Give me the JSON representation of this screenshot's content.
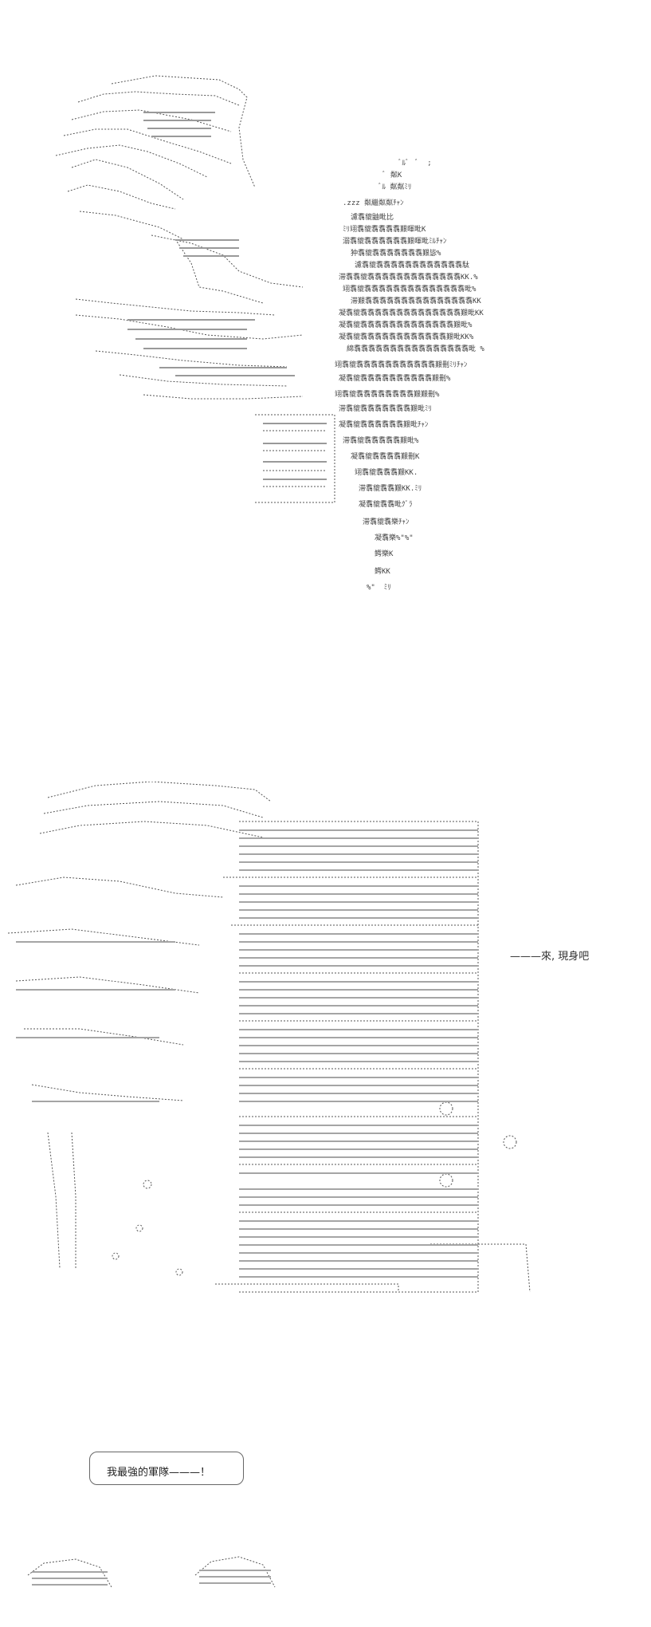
{
  "panels": {
    "dragon": {
      "description_hidden": true
    },
    "army": {
      "dialog": "———來, 現身吧"
    },
    "ending": {
      "shout": "我最強的軍隊———！"
    }
  },
  "ascii_glyphs": {
    "flame_rows": [
      "ﾞﾙﾞ  ﾞ  ;",
      "ﾞ 粼K",
      "ﾞﾙ 粼粼ﾐﾘ",
      ".zzz 粼繼粼粼ﾁｬﾝ",
      "濾翥貔鼬毗比",
      "ﾐﾘ翊翥貔翥翥翥翥艱暉毗K",
      "溺翥貔翥翥翥翥翥翥艱暉毗ﾐﾙﾁｬﾝ",
      "狆翥貔翥翥翥翥翥翥翥艱毖%",
      "濾翥貔翥翥翥翥翥翥翥翥翥翥翥翥駄",
      "滞翥翥貔翥翥翥翥翥翥翥翥翥翥翥翥翥KK.%",
      "翊翥貔翥翥翥翥翥翥翥翥翥翥翥翥翥翥毗%",
      "滞艱翥翥翥翥翥翥翥翥翥翥翥翥翥翥翥KK",
      "凝翥貔翥翥翥翥翥翥翥翥翥翥翥翥翥翥艱毗KK",
      "凝翥貔翥翥翥翥翥翥翥翥翥翥翥翥翥艱毗%",
      "凝翥貔翥翥翥翥翥翥翥翥翥翥翥翥艱毗KK%",
      "綿翥翥翥翥翥翥翥翥翥翥翥翥翥翥翥翥毗 %",
      "翊翥貔翥翥翥翥翥翥翥翥翥翥翥艱刪ﾐﾘﾁｬﾝ",
      "凝翥貔翥翥翥翥翥翥翥翥翥翥艱刪%",
      "翊翥貔翥翥翥翥翥翥翥翥艱艱刪%",
      "滞翥貔翥翥翥翥翥翥翥艱毗ﾐﾘ",
      "凝翥貔翥翥翥翥翥翥艱毗ﾁｬﾝ",
      "滞翥貔翥翥翥翥翥艱毗%",
      "凝翥貔翥翥翥翥艱刪K",
      "翊翥貔翥翥翥艱KK.",
      "滞翥貔翥翥艱KK.ﾐﾘ",
      "凝翥貔翥翥毗ｸﾞﾗ",
      "滞翥貔翥樂ﾁｬﾝ",
      "凝翥樂%\"%\"",
      "鳄樂K",
      "鳄KK",
      "%\"  ﾐﾘ"
    ]
  }
}
